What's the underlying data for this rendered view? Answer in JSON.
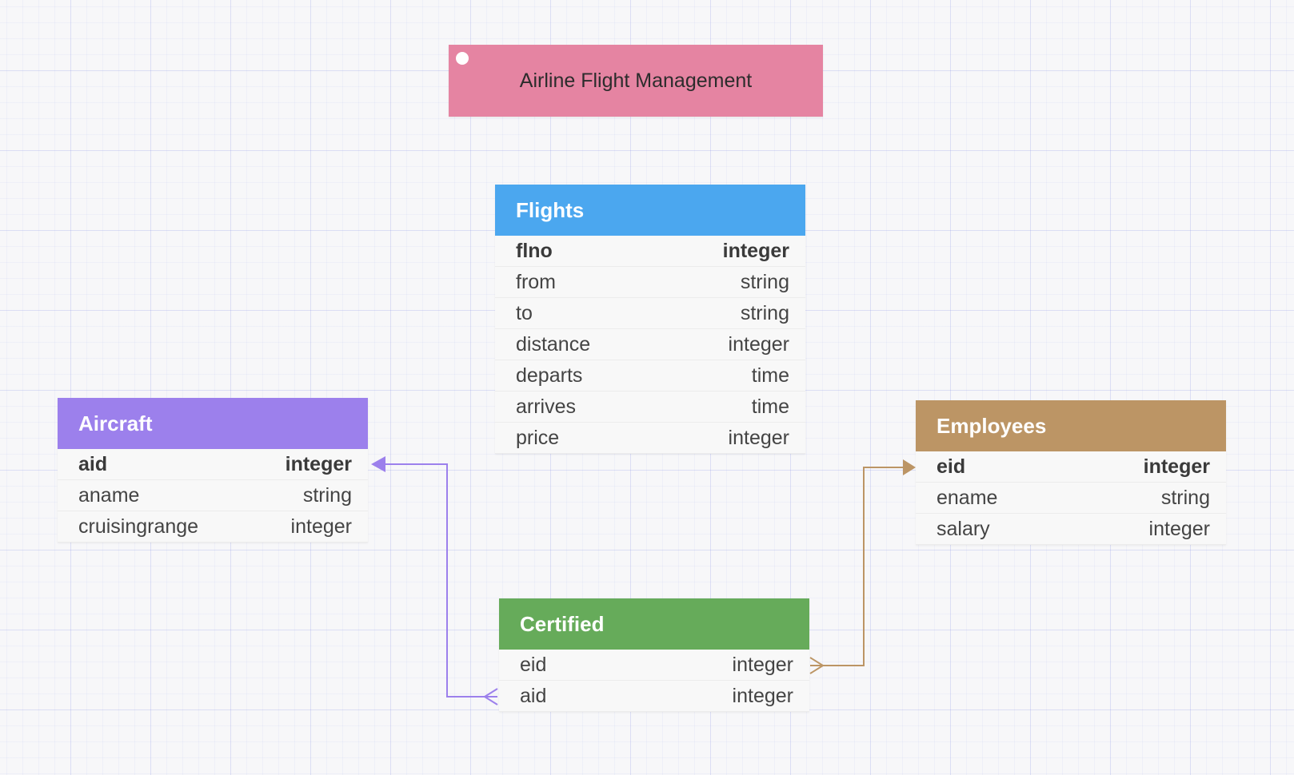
{
  "title": "Airline Flight Management",
  "colors": {
    "title_note": "#e584a2",
    "flights": "#4ba7ef",
    "aircraft": "#9c80ec",
    "employees": "#bc9565",
    "certified": "#66ab5a",
    "link_aircraft": "#9c80ec",
    "link_employees": "#bc9565"
  },
  "entities": {
    "flights": {
      "name": "Flights",
      "fields": [
        {
          "name": "flno",
          "type": "integer",
          "key": true
        },
        {
          "name": "from",
          "type": "string",
          "key": false
        },
        {
          "name": "to",
          "type": "string",
          "key": false
        },
        {
          "name": "distance",
          "type": "integer",
          "key": false
        },
        {
          "name": "departs",
          "type": "time",
          "key": false
        },
        {
          "name": "arrives",
          "type": "time",
          "key": false
        },
        {
          "name": "price",
          "type": "integer",
          "key": false
        }
      ]
    },
    "aircraft": {
      "name": "Aircraft",
      "fields": [
        {
          "name": "aid",
          "type": "integer",
          "key": true
        },
        {
          "name": "aname",
          "type": "string",
          "key": false
        },
        {
          "name": "cruisingrange",
          "type": "integer",
          "key": false
        }
      ]
    },
    "employees": {
      "name": "Employees",
      "fields": [
        {
          "name": "eid",
          "type": "integer",
          "key": true
        },
        {
          "name": "ename",
          "type": "string",
          "key": false
        },
        {
          "name": "salary",
          "type": "integer",
          "key": false
        }
      ]
    },
    "certified": {
      "name": "Certified",
      "fields": [
        {
          "name": "eid",
          "type": "integer",
          "key": false
        },
        {
          "name": "aid",
          "type": "integer",
          "key": false
        }
      ]
    }
  },
  "relationships": [
    {
      "from_entity": "certified",
      "from_field": "aid",
      "to_entity": "aircraft",
      "to_field": "aid",
      "from_end": "many",
      "to_end": "one",
      "color_key": "link_aircraft"
    },
    {
      "from_entity": "certified",
      "from_field": "eid",
      "to_entity": "employees",
      "to_field": "eid",
      "from_end": "many",
      "to_end": "one",
      "color_key": "link_employees"
    }
  ]
}
